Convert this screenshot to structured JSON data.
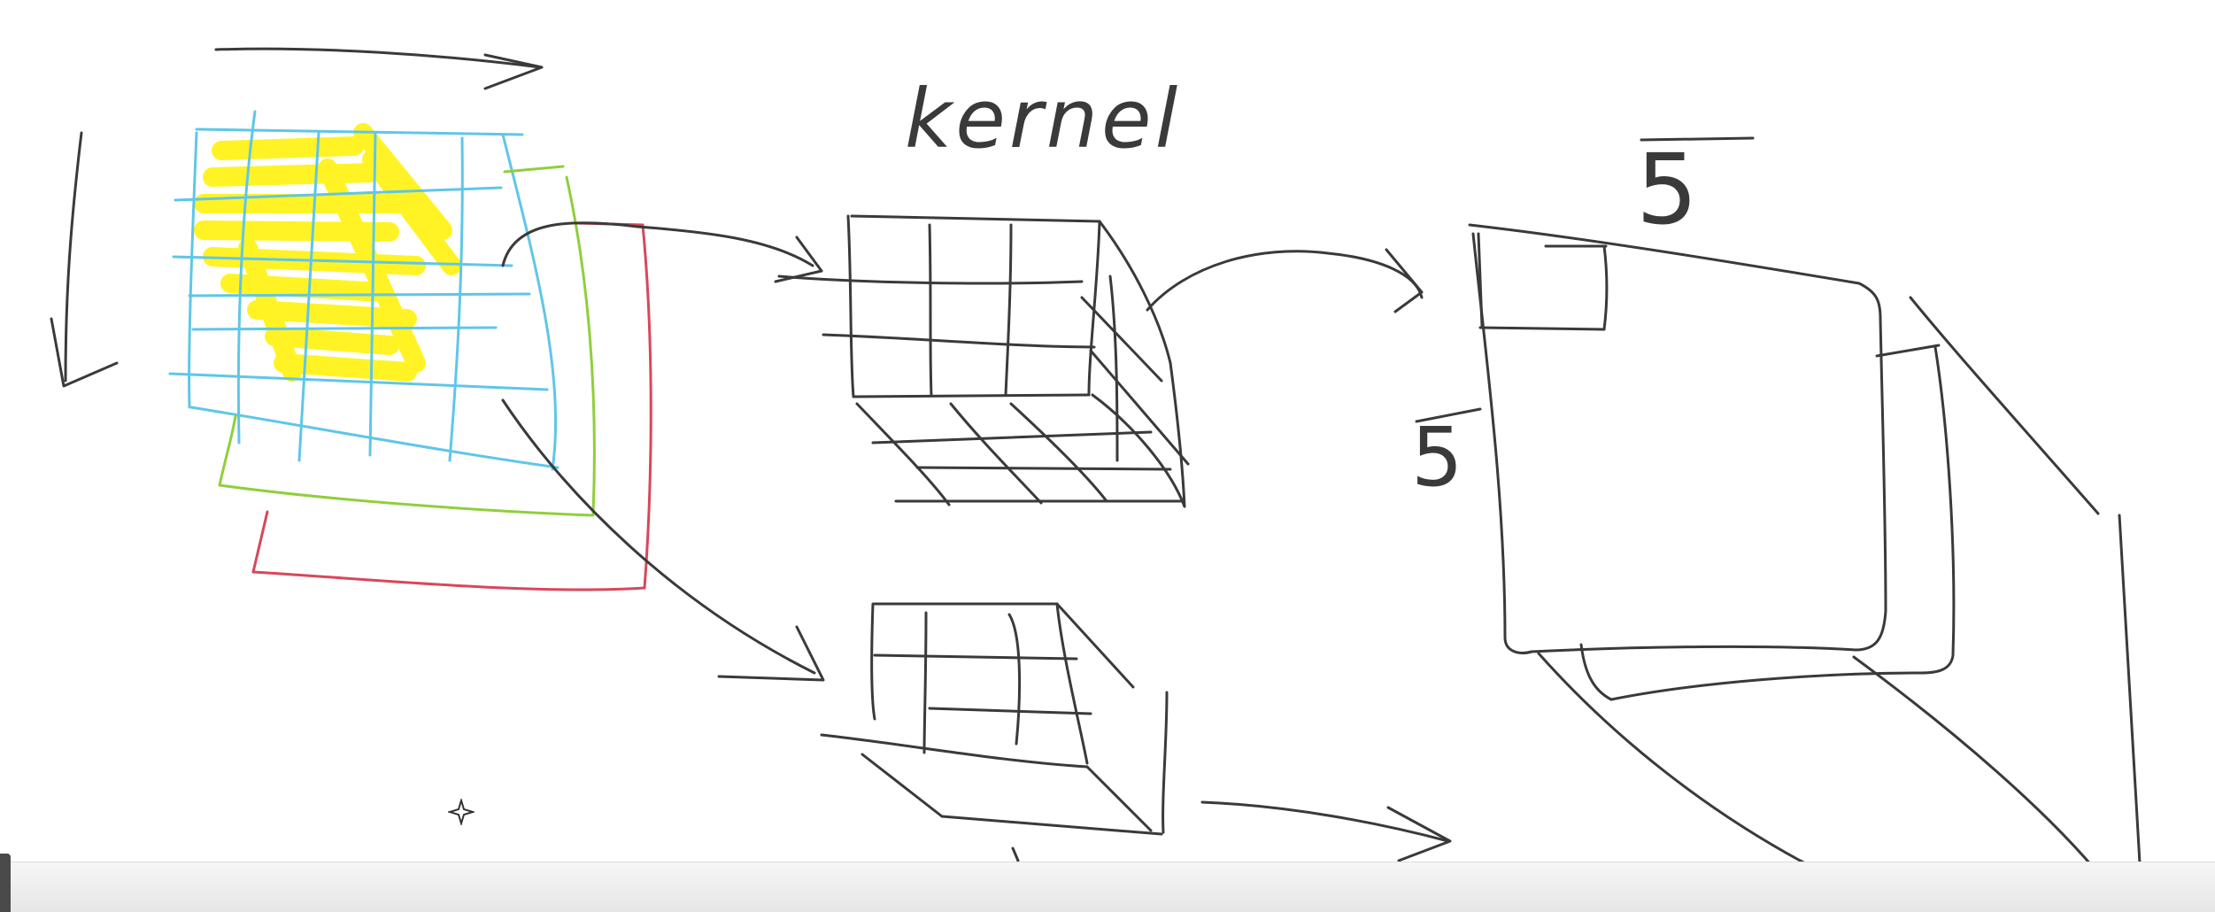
{
  "labels": {
    "kernel": "kernel",
    "output_width": "5",
    "output_height": "5"
  },
  "colors": {
    "ink": "#3a3a3a",
    "highlight": "#fff200",
    "grid_blue": "#5fc6e8",
    "border_green": "#8fcf3c",
    "border_red": "#d9475a",
    "bar": "#e9e9e9"
  },
  "icons": {
    "cursor": "crosshair-cursor-icon"
  }
}
